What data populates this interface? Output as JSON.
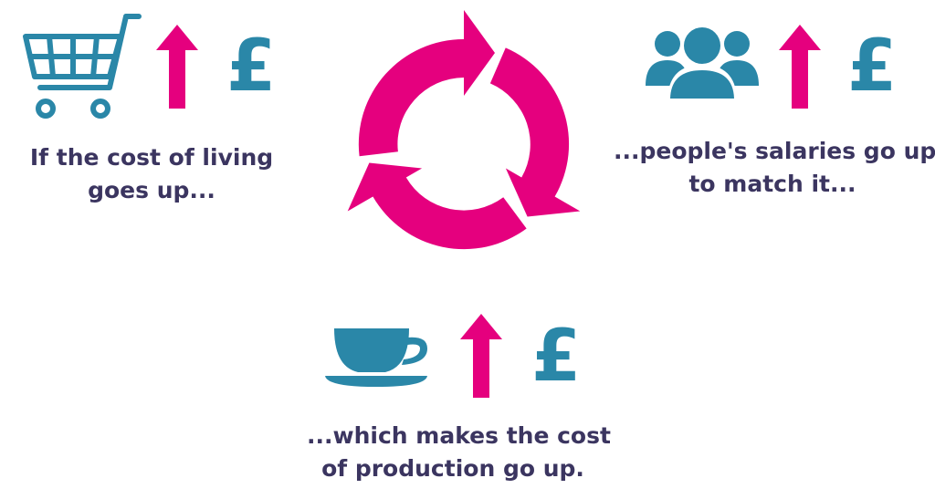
{
  "colors": {
    "accent_pink": "#e5007e",
    "icon_teal": "#2a87a8",
    "text_navy": "#3b3560"
  },
  "cycle": {
    "icon": "circular-arrows-icon"
  },
  "steps": [
    {
      "icon": "shopping-cart-icon",
      "arrow_icon": "arrow-up-icon",
      "currency_symbol": "£",
      "caption_lines": [
        "If the cost of living",
        "goes up..."
      ]
    },
    {
      "icon": "people-group-icon",
      "arrow_icon": "arrow-up-icon",
      "currency_symbol": "£",
      "caption_lines": [
        "...people's salaries go up",
        "to match it..."
      ]
    },
    {
      "icon": "teacup-icon",
      "arrow_icon": "arrow-up-icon",
      "currency_symbol": "£",
      "caption_lines": [
        "...which makes the cost",
        "of production go up."
      ]
    }
  ]
}
